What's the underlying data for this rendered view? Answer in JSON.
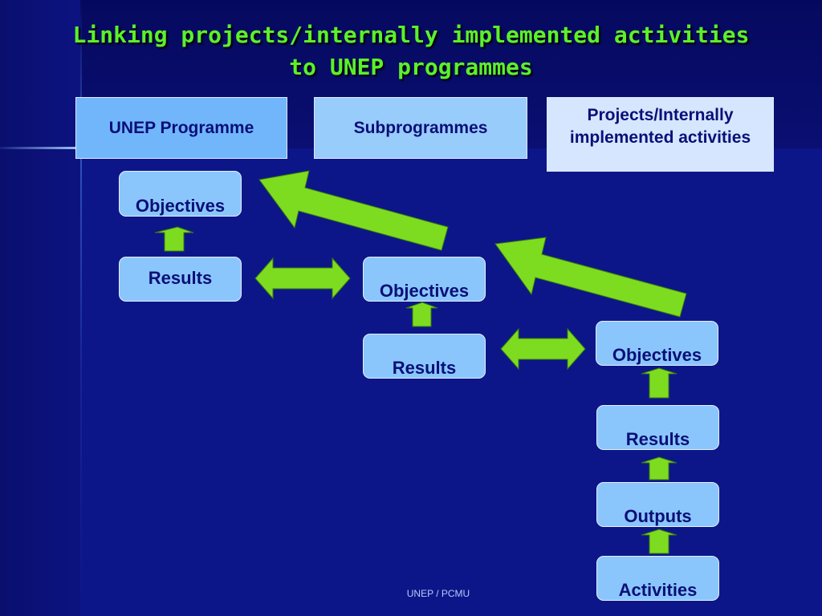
{
  "title": {
    "line1": "Linking projects/internally implemented activities",
    "line2": "to UNEP programmes"
  },
  "headers": {
    "programme": "UNEP Programme",
    "subprogrammes": "Subprogrammes",
    "projects": "Projects/Internally implemented activities"
  },
  "programme_level": {
    "objectives": "Objectives",
    "results": "Results"
  },
  "subprogramme_level": {
    "objectives": "Objectives",
    "results": "Results"
  },
  "project_level": {
    "objectives": "Objectives",
    "results": "Results",
    "outputs": "Outputs",
    "activities": "Activities"
  },
  "footer": "UNEP / PCMU",
  "colors": {
    "background": "#0d1688",
    "title": "#5cf02a",
    "arrow": "#7ddc1f",
    "node": "#8ac6fb",
    "text": "#0a0f78"
  },
  "icons": [
    "up-arrow-icon",
    "double-arrow-icon",
    "diagonal-arrow-icon"
  ]
}
